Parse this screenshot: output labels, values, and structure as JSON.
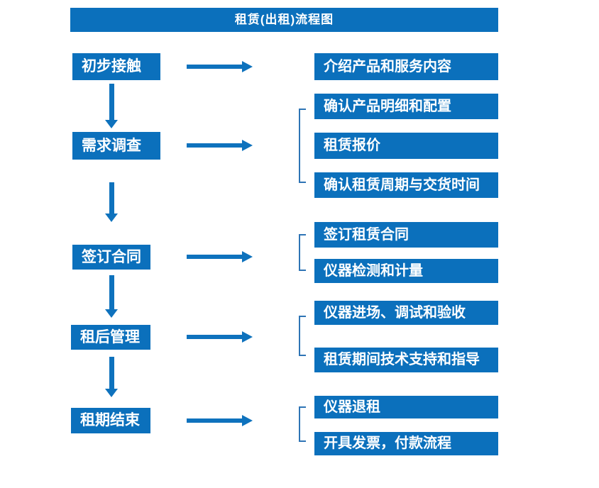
{
  "title": "租赁(出租)流程图",
  "colors": {
    "primary_blue": "#0b70bc",
    "arrow_blue": "#0e72bd",
    "bracket_blue": "#2e74b5",
    "text": "#ffffff",
    "background": "#ffffff"
  },
  "groups": [
    {
      "step": "初步接触",
      "details": [
        "介绍产品和服务内容"
      ]
    },
    {
      "step": "需求调查",
      "details": [
        "确认产品明细和配置",
        "租赁报价",
        "确认租赁周期与交货时间"
      ]
    },
    {
      "step": "签订合同",
      "details": [
        "签订租赁合同",
        "仪器检测和计量"
      ]
    },
    {
      "step": "租后管理",
      "details": [
        "仪器进场、调试和验收",
        "租赁期间技术支持和指导"
      ]
    },
    {
      "step": "租期结束",
      "details": [
        "仪器退租",
        "开具发票，付款流程"
      ]
    }
  ]
}
